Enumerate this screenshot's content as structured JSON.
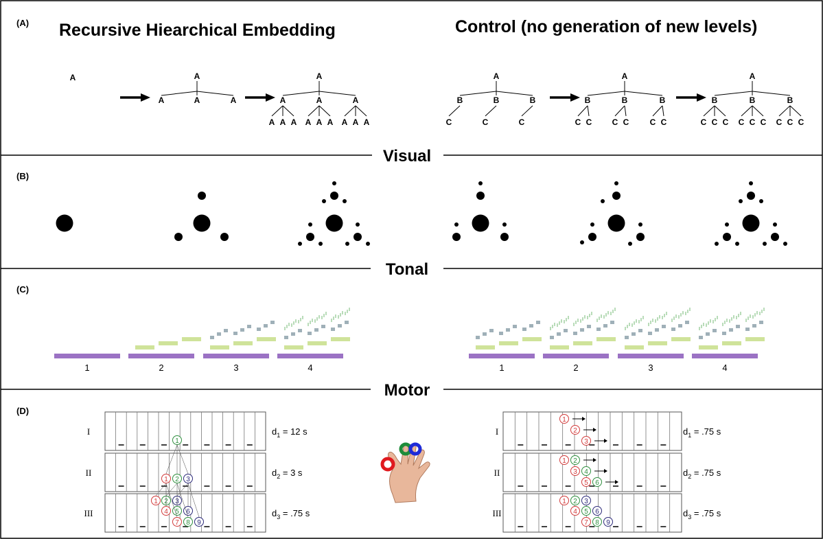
{
  "panels": {
    "a": {
      "label": "(A)",
      "title_left": "Recursive Hiearchical Embedding",
      "title_right": "Control (no generation of new levels)"
    },
    "b": {
      "label": "(B)",
      "header": "Visual"
    },
    "c": {
      "label": "(C)",
      "header": "Tonal",
      "steps": [
        "1",
        "2",
        "3",
        "4"
      ]
    },
    "d": {
      "label": "(D)",
      "header": "Motor"
    }
  },
  "trees": {
    "rec1": {
      "root": "A",
      "children": []
    },
    "rec2": {
      "root": "A",
      "children": [
        "A",
        "A",
        "A"
      ]
    },
    "rec3": {
      "root": "A",
      "children": [
        "A",
        "A",
        "A"
      ],
      "grand": [
        "A",
        "A",
        "A"
      ]
    },
    "ctl1": {
      "root": "A",
      "children": [
        "B",
        "B",
        "B"
      ],
      "grand": [
        "C"
      ]
    },
    "ctl2": {
      "root": "A",
      "children": [
        "B",
        "B",
        "B"
      ],
      "grand": [
        "C",
        "C"
      ]
    },
    "ctl3": {
      "root": "A",
      "children": [
        "B",
        "B",
        "B"
      ],
      "grand": [
        "C",
        "C",
        "C"
      ]
    }
  },
  "motor": {
    "levels": [
      "I",
      "II",
      "III"
    ],
    "left_durations": [
      {
        "d": "d",
        "sub": "1",
        "val": " = 12 s"
      },
      {
        "d": "d",
        "sub": "2",
        "val": " = 3 s"
      },
      {
        "d": "d",
        "sub": "3",
        "val": " = .75 s"
      }
    ],
    "right_durations": [
      {
        "d": "d",
        "sub": "1",
        "val": " = .75 s"
      },
      {
        "d": "d",
        "sub": "2",
        "val": " = .75 s"
      },
      {
        "d": "d",
        "sub": "3",
        "val": " = .75 s"
      }
    ],
    "nums": [
      "1",
      "2",
      "3",
      "4",
      "5",
      "6",
      "7",
      "8",
      "9"
    ]
  },
  "colors": {
    "tone_level1": "#9b72c4",
    "tone_level2": "#cfe39a",
    "tone_level3": "#9fb0b8",
    "tone_level4": "#b9dcb9",
    "finger_red": "#e0191e",
    "finger_green": "#1e8c3a",
    "finger_blue": "#1f2bd8",
    "num_red": "#d23a3a",
    "num_green": "#2f8f3f",
    "num_navy": "#2c2a7a"
  }
}
